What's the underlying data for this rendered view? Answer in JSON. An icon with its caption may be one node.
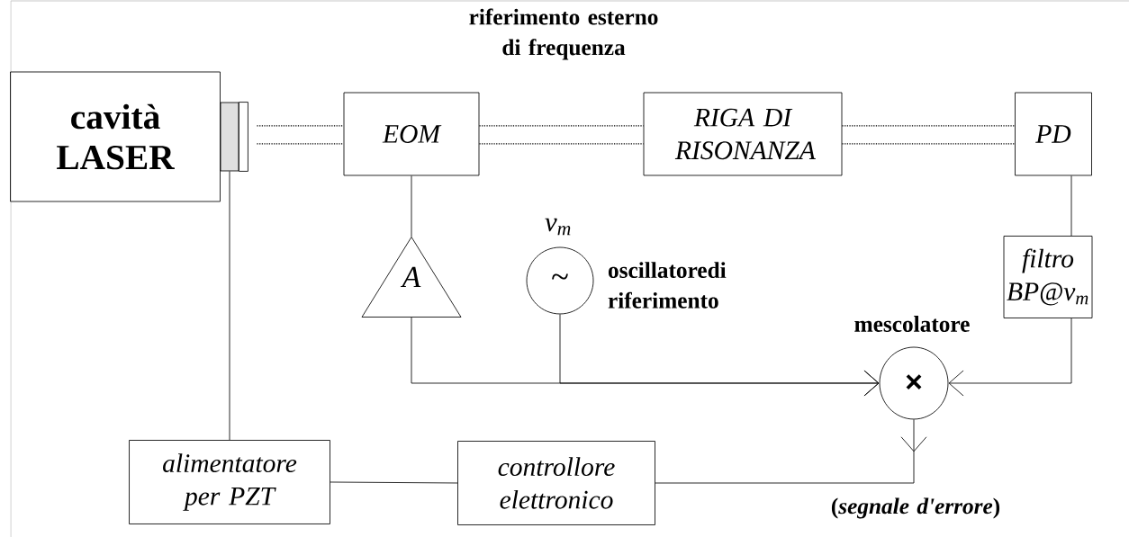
{
  "diagram": {
    "nodes": [
      {
        "text": [
          "cavità LASER"
        ]
      },
      {
        "text": [],
        "shape": "box"
      },
      {
        "text": [
          "EOM"
        ]
      },
      {
        "text": [
          "RIGA DI RISONANZA"
        ]
      },
      {
        "text": [
          "PD"
        ]
      },
      {
        "text": [
          "A"
        ]
      },
      {
        "text": [
          "~"
        ],
        "beside": [
          "ν$_{m}$",
          "oscillatoredi riferimento"
        ]
      },
      {
        "text": [
          "filtro BP@ν$_{m}$"
        ]
      },
      {
        "text": [
          "×"
        ],
        "beside": [
          "mescolatore"
        ]
      },
      {
        "text": [
          "alimentatore per PZT"
        ]
      },
      {
        "text": [
          "controllore elettronico"
        ]
      }
    ],
    "edges": [
      {
        "from": 1,
        "to": 2,
        "arrow": "none",
        "style": "dashed"
      },
      {
        "from": 2,
        "to": 3,
        "arrow": "none",
        "style": "dashed"
      },
      {
        "from": 3,
        "to": 4,
        "arrow": "none",
        "style": "dashed"
      },
      {
        "from": 2,
        "to": 5,
        "arrow": "none"
      },
      {
        "from": 5,
        "to": 8,
        "arrow": "to"
      },
      {
        "from": 6,
        "to": 8,
        "arrow": "to"
      },
      {
        "from": 4,
        "to": 7,
        "arrow": "none"
      },
      {
        "from": 7,
        "to": 8,
        "arrow": "to"
      },
      {
        "from": 8,
        "to": 10,
        "arrow": "to"
      },
      {
        "from": 10,
        "to": 9,
        "arrow": "none"
      },
      {
        "from": 1,
        "to": 9,
        "arrow": "none"
      }
    ],
    "labels": [
      "riferimento esterno di frequenza",
      "(*segnale d'errore*)"
    ]
  }
}
